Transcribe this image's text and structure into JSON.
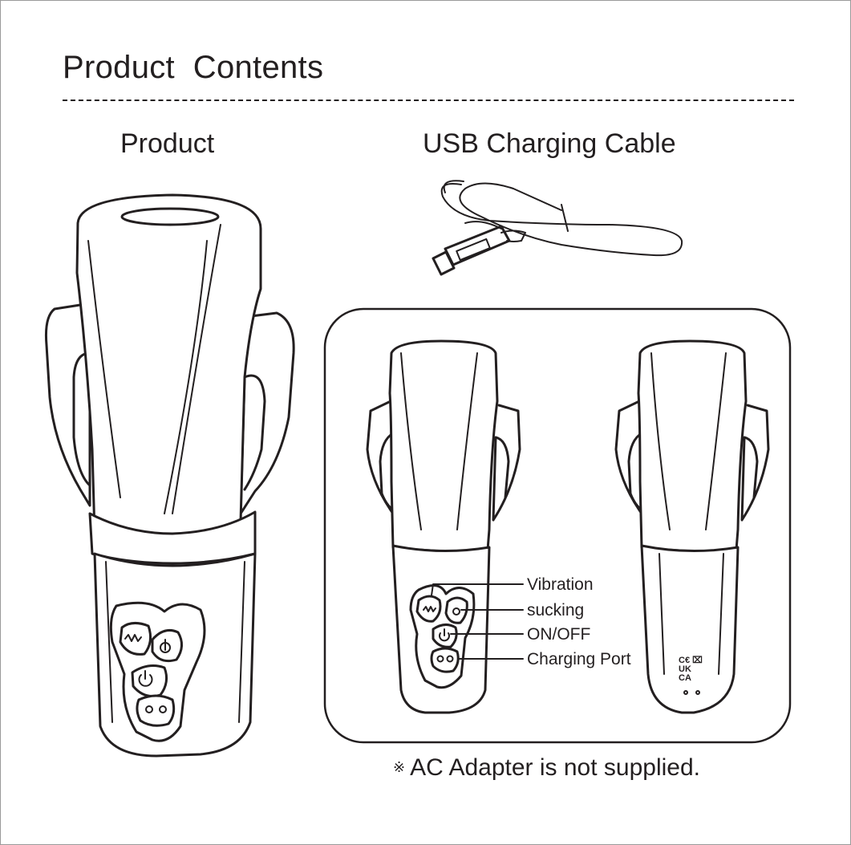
{
  "page": {
    "title": "Product  Contents",
    "note_mark": "※",
    "note_text": "AC Adapter is not supplied."
  },
  "items": {
    "product_label": "Product",
    "cable_label": "USB Charging Cable"
  },
  "callouts": {
    "vibration": "Vibration",
    "sucking": "sucking",
    "on_off": "ON/OFF",
    "charging_port": "Charging Port"
  }
}
